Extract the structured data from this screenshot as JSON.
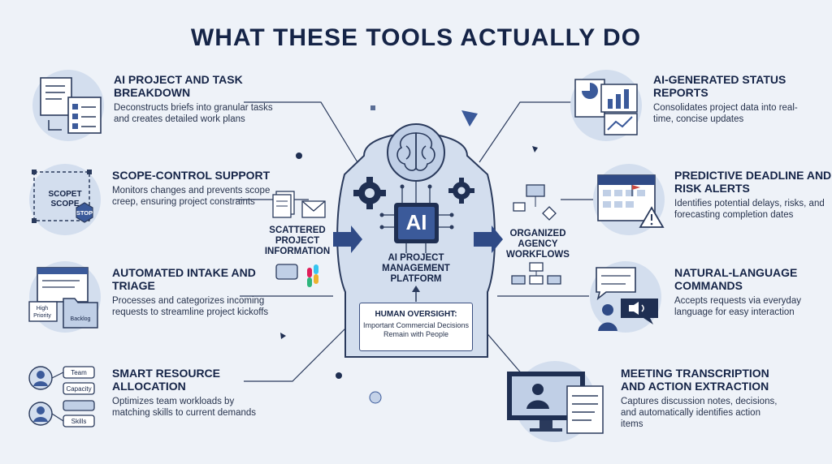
{
  "title": "WHAT THESE TOOLS ACTUALLY DO",
  "left_features": [
    {
      "title": "AI PROJECT AND TASK BREAKDOWN",
      "desc": "Deconstructs briefs into granular tasks and creates detailed work plans"
    },
    {
      "title": "SCOPE-CONTROL SUPPORT",
      "desc": "Monitors changes and prevents scope creep, ensuring project constraints"
    },
    {
      "title": "AUTOMATED INTAKE AND TRIAGE",
      "desc": "Processes and categorizes incoming requests to streamline project kickoffs"
    },
    {
      "title": "SMART RESOURCE ALLOCATION",
      "desc": "Optimizes team workloads by matching skills to current demands"
    }
  ],
  "right_features": [
    {
      "title": "AI-GENERATED STATUS REPORTS",
      "desc": "Consolidates project data into real-time, concise updates"
    },
    {
      "title": "PREDICTIVE DEADLINE AND RISK ALERTS",
      "desc": "Identifies potential delays, risks, and forecasting completion dates"
    },
    {
      "title": "NATURAL-LANGUAGE COMMANDS",
      "desc": "Accepts requests via everyday language for easy interaction"
    },
    {
      "title": "MEETING TRANSCRIPTION AND ACTION EXTRACTION",
      "desc": "Captures discussion notes, decisions, and automatically identifies action items"
    }
  ],
  "center": {
    "chip_label": "AI",
    "platform_label": "AI PROJECT MANAGEMENT PLATFORM",
    "input_label": "SCATTERED PROJECT INFORMATION",
    "output_label": "ORGANIZED AGENCY WORKFLOWS",
    "oversight_title": "HUMAN OVERSIGHT:",
    "oversight_desc": "Important Commercial Decisions Remain with People"
  },
  "icon_labels": {
    "scope_1": "SCOPET",
    "scope_2": "SCOPE",
    "stop": "STOP",
    "high_1": "High",
    "high_2": "Priority",
    "backlog": "Backlog",
    "team": "Team",
    "capacity": "Capacity",
    "skills": "Skills"
  },
  "colors": {
    "navy": "#152447",
    "accent": "#3b5a9a",
    "light_circle": "#d3deee",
    "red": "#c9473f",
    "background": "#eef2f8"
  }
}
